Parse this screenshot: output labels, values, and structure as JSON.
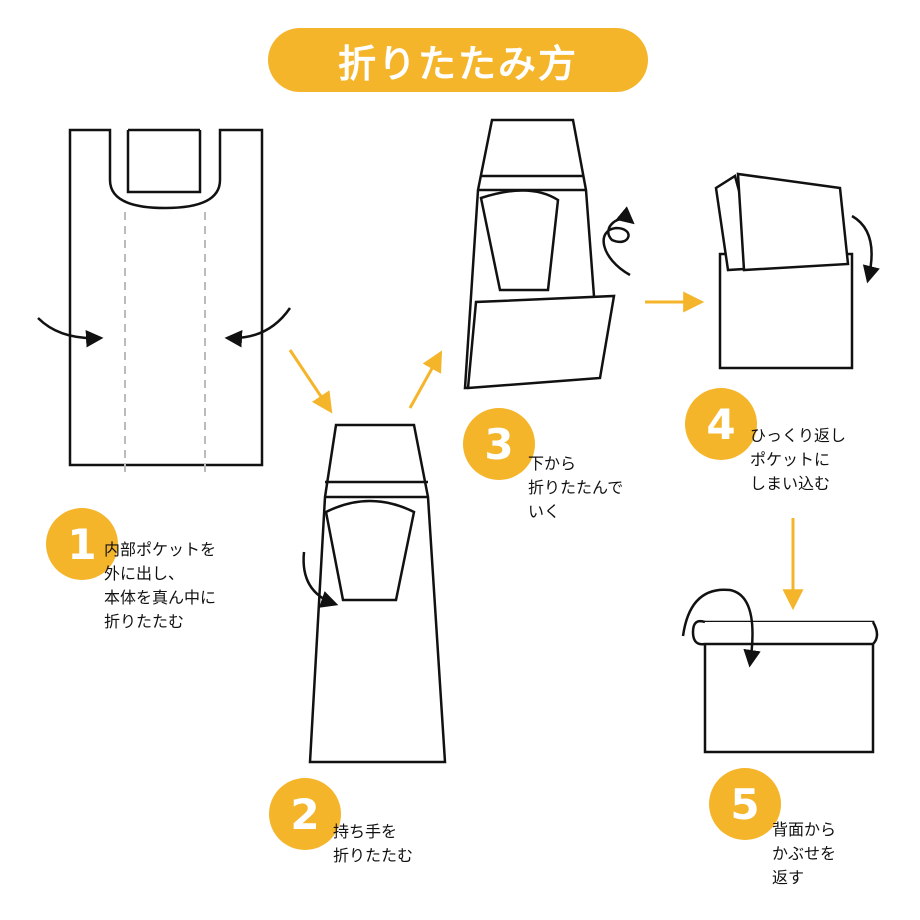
{
  "colors": {
    "accent": "#F5B52B",
    "line": "#111111",
    "fold_line": "#bbbbbb"
  },
  "title": "折りたたみ方",
  "steps": [
    {
      "number": "1",
      "text": "内部ポケットを\n外に出し、\n本体を真ん中に\n折りたたむ"
    },
    {
      "number": "2",
      "text": "持ち手を\n折りたたむ"
    },
    {
      "number": "3",
      "text": "下から\n折りたたんで\nいく"
    },
    {
      "number": "4",
      "text": "ひっくり返し\nポケットに\nしまい込む"
    },
    {
      "number": "5",
      "text": "背面から\nかぶせを\n返す"
    }
  ]
}
